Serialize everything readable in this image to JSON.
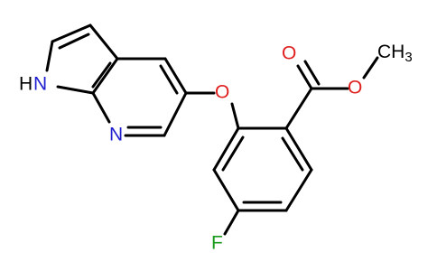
{
  "structure": {
    "atoms": {
      "nh": "H",
      "nh_n": "N",
      "pyridine_n": "N",
      "ether_o": "O",
      "carbonyl_o": "O",
      "ester_o": "O",
      "methyl_c": "CH",
      "methyl_sub": "3",
      "fluorine": "F"
    },
    "colors": {
      "bond": "#000000",
      "nitrogen": "#1f1fd0",
      "oxygen": "#e02020",
      "fluorine": "#1a9a1a"
    }
  }
}
